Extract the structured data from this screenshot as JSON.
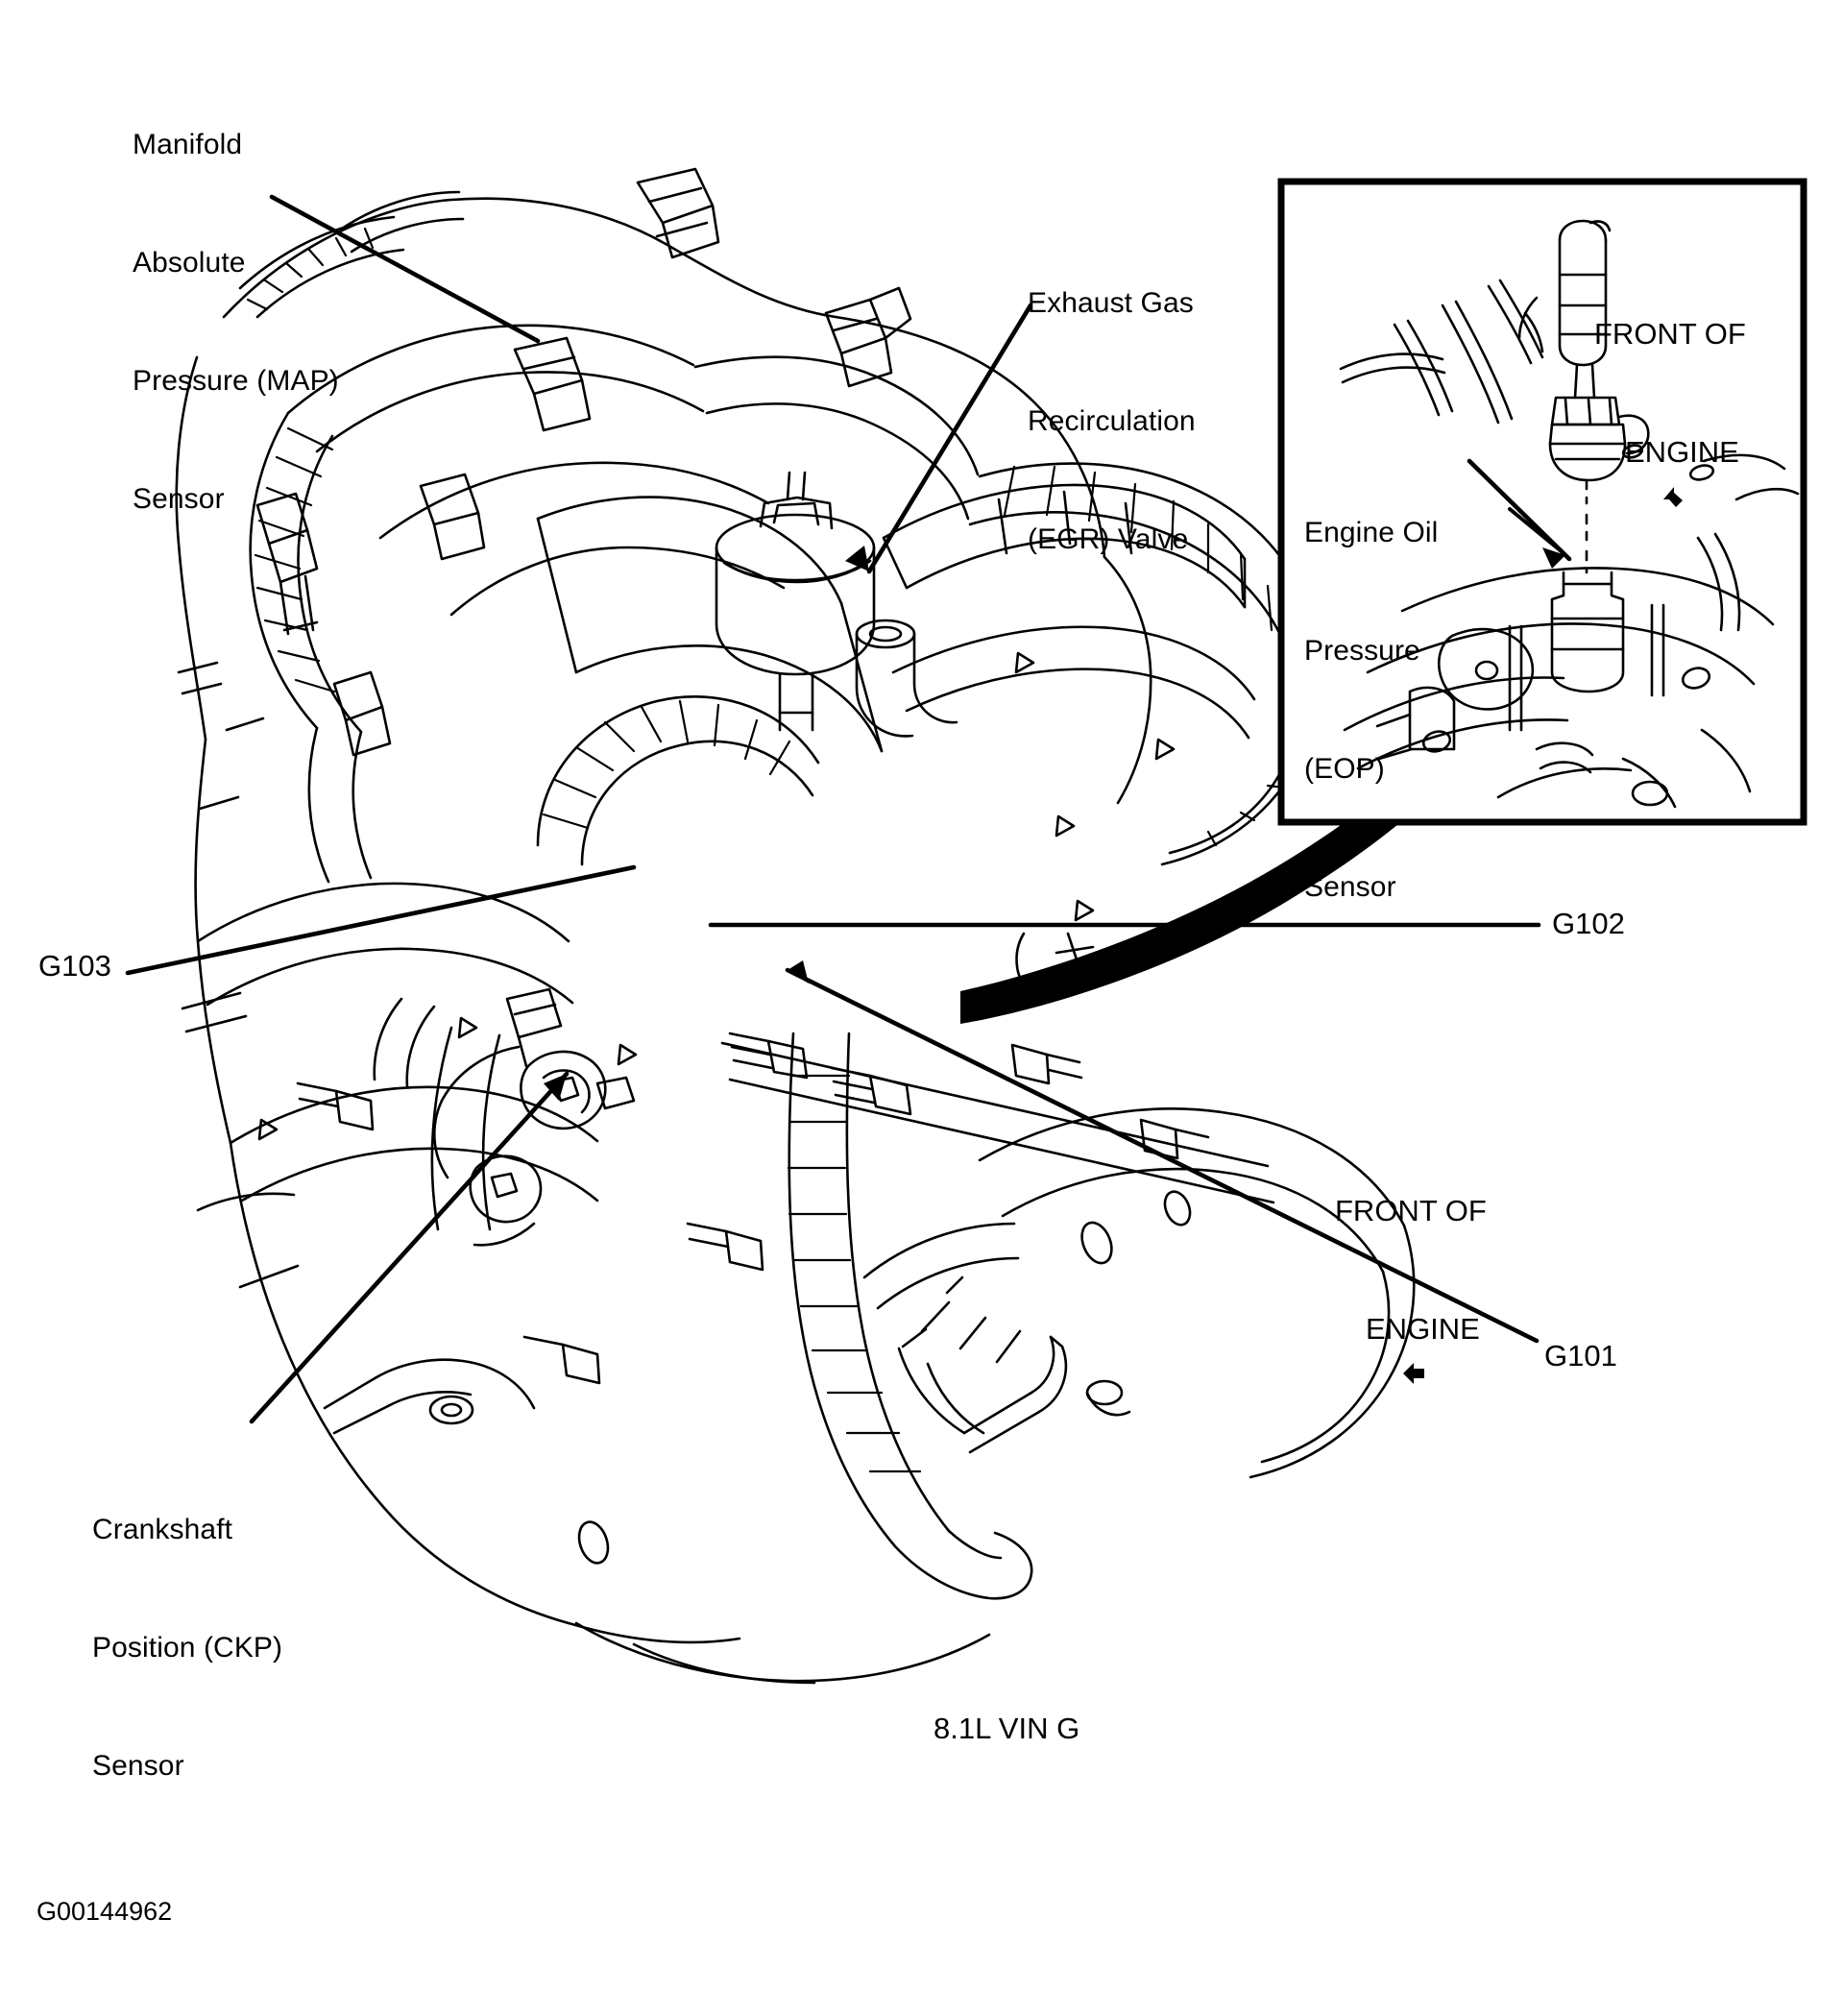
{
  "figure": {
    "caption": "8.1L VIN G",
    "figure_id": "G00144962",
    "type": "engine component location diagram",
    "line_color": "#000000",
    "background_color": "#ffffff"
  },
  "main_view": {
    "callouts": [
      {
        "name": "map-sensor",
        "lines": [
          "Manifold",
          "Absolute",
          "Pressure (MAP)",
          "Sensor"
        ],
        "text": "Manifold Absolute Pressure (MAP) Sensor"
      },
      {
        "name": "egr-valve",
        "lines": [
          "Exhaust Gas",
          "Recirculation",
          "(EGR) Valve"
        ],
        "text": "Exhaust Gas Recirculation (EGR) Valve"
      },
      {
        "name": "ckp-sensor",
        "lines": [
          "Crankshaft",
          "Position (CKP)",
          "Sensor"
        ],
        "text": "Crankshaft Position (CKP) Sensor"
      }
    ],
    "grounds": [
      {
        "name": "ground-g103",
        "label": "G103"
      },
      {
        "name": "ground-g102",
        "label": "G102"
      },
      {
        "name": "ground-g101",
        "label": "G101"
      }
    ],
    "orientation_marker": {
      "line1": "FRONT OF",
      "line2": "ENGINE",
      "arrow_icon": "arrow-left-icon"
    }
  },
  "inset_panel": {
    "callout": {
      "name": "eop-sensor",
      "lines": [
        "Engine Oil",
        "Pressure",
        "(EOP)",
        "Sensor"
      ],
      "text": "Engine Oil Pressure (EOP) Sensor"
    },
    "orientation_marker": {
      "line1": "FRONT OF",
      "line2": "ENGINE",
      "arrow_icon": "arrow-up-left-icon"
    }
  }
}
